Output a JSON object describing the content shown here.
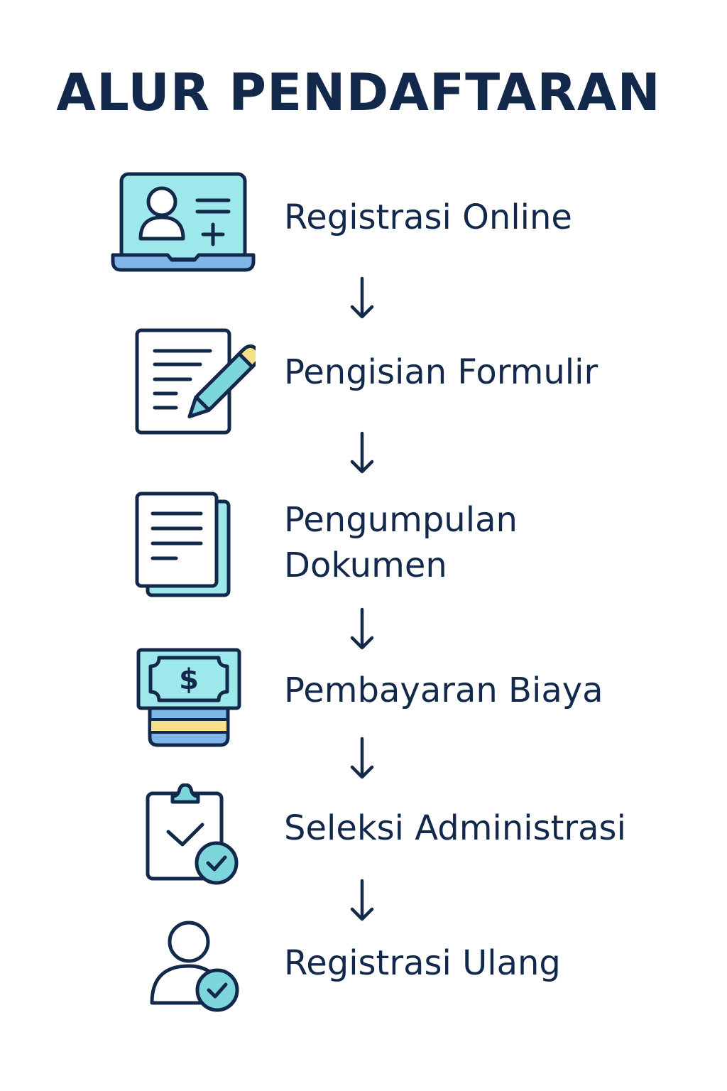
{
  "title": "ALUR PENDAFTARAN",
  "colors": {
    "ink": "#13294b",
    "cyan": "#9de8ea",
    "cyan_dark": "#7dd6dc",
    "blue": "#7fb6e8",
    "yellow": "#f7e08a",
    "white": "#ffffff"
  },
  "steps": [
    {
      "label": "Registrasi Online",
      "icon": "laptop-profile-add-icon"
    },
    {
      "label": "Pengisian Formulir",
      "icon": "form-pencil-icon"
    },
    {
      "label": "Pengumpulan Dokumen",
      "label_lines": [
        "Pengumpulan",
        "Dokumen"
      ],
      "icon": "documents-stack-icon"
    },
    {
      "label": "Pembayaran Biaya",
      "icon": "money-bill-card-icon"
    },
    {
      "label": "Seleksi Administrasi",
      "icon": "clipboard-check-icon"
    },
    {
      "label": "Registrasi Ulang",
      "icon": "user-check-icon"
    }
  ],
  "connector": "down-arrow"
}
